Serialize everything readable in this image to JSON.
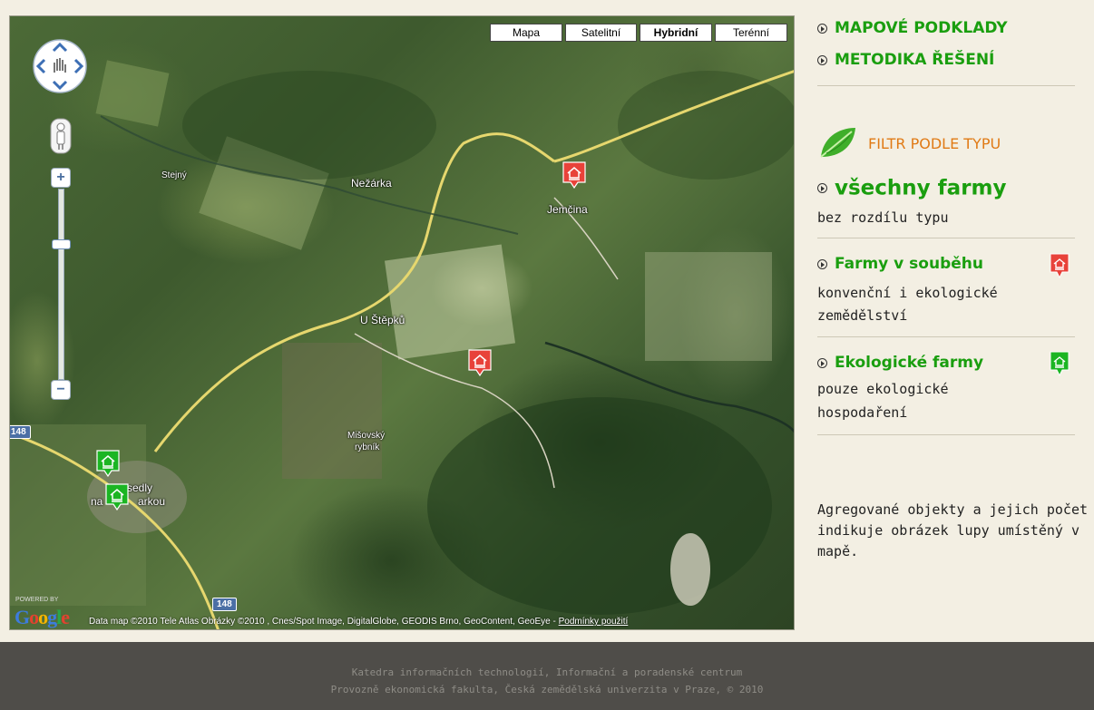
{
  "map": {
    "types": [
      "Mapa",
      "Satelitní",
      "Hybridní",
      "Terénní"
    ],
    "active_type": "Hybridní",
    "labels": {
      "stejny": "Stejný",
      "nezarka": "Nežárka",
      "jemcina": "Jemčina",
      "u_stepku": "U Štěpků",
      "misovsky": "Mišovský",
      "rybnik": "rybník",
      "sedly_1": "sedly",
      "sedly_2": "na",
      "sedly_3": "arkou"
    },
    "road_shields": [
      "148",
      "148"
    ],
    "powered_by": "POWERED BY",
    "logo": "Google",
    "attribution": "Data map ©2010 Tele Atlas Obrázky ©2010 , Cnes/Spot Image, DigitalGlobe, GEODIS Brno, GeoContent, GeoEye - ",
    "terms_link": "Podmínky použití",
    "marker_colors": {
      "red": "#e8423a",
      "green": "#1bb523"
    }
  },
  "sidebar": {
    "links": [
      "MAPOVÉ PODKLADY",
      "METODIKA ŘEŠENÍ"
    ],
    "filter_heading": "FILTR PODLE TYPU",
    "items": [
      {
        "title": "všechny farmy",
        "desc": [
          "bez rozdílu typu"
        ]
      },
      {
        "title": "Farmy v souběhu",
        "desc": [
          "konvenční i ekologické",
          "zemědělství"
        ],
        "icon_color": "#e8423a"
      },
      {
        "title": "Ekologické farmy",
        "desc": [
          "pouze ekologické",
          "hospodaření"
        ],
        "icon_color": "#1bb523"
      }
    ],
    "note": [
      "Agregované objekty a jejich počet",
      "indikuje obrázek lupy umístěný v",
      "mapě."
    ]
  },
  "footer": {
    "line1": "Katedra informačních technologií, Informační a poradenské centrum",
    "line2": "Provozně ekonomická fakulta, Česká zemědělská univerzita v Praze, © 2010"
  },
  "colors": {
    "accent_green": "#1a9e0f",
    "accent_orange": "#e07a15",
    "footer_bg": "#4f4d49"
  }
}
